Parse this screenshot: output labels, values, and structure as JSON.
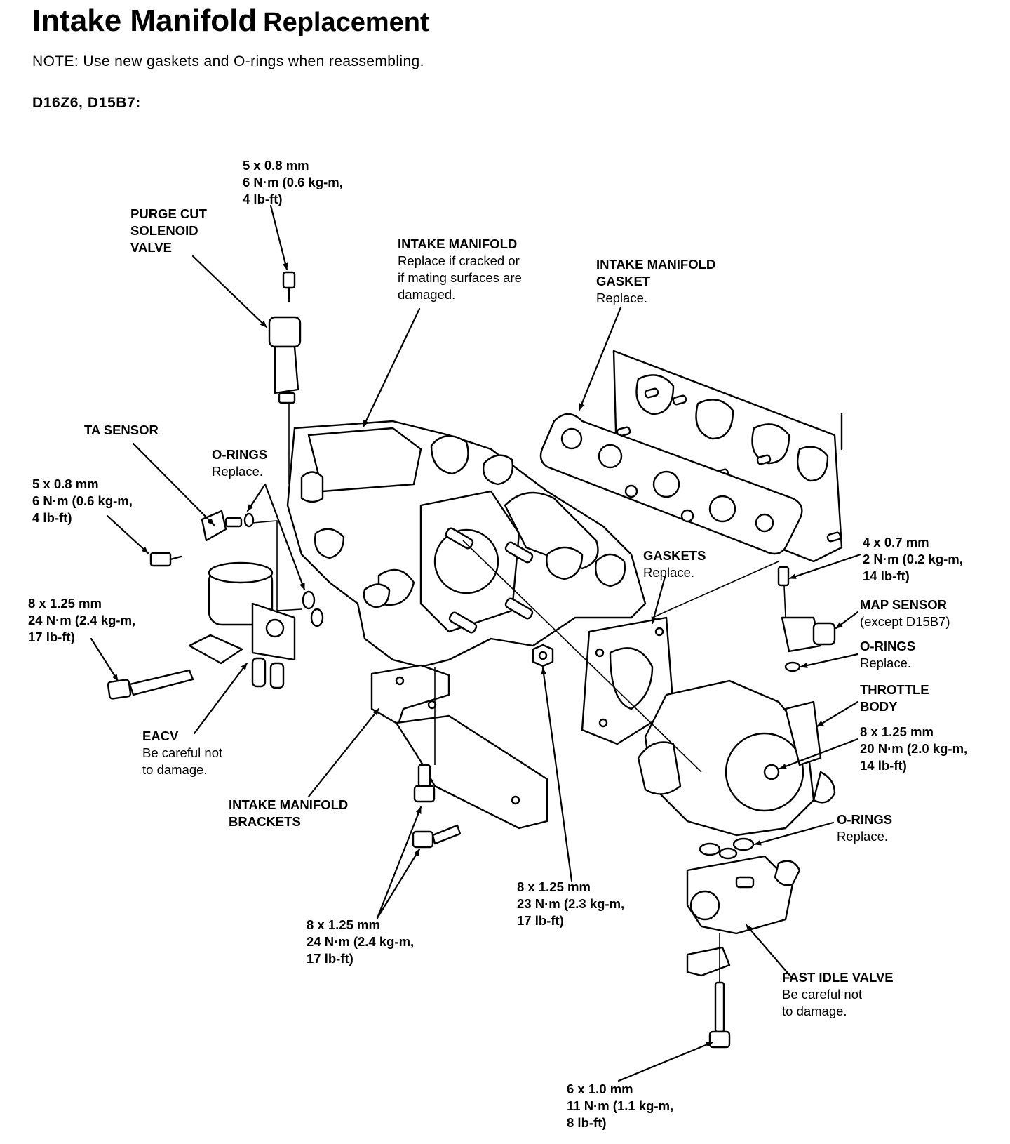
{
  "header": {
    "title_bold": "Intake Manifold",
    "title_rest": "Replacement",
    "note": "NOTE:  Use new gaskets and O-rings when reassembling.",
    "engines": "D16Z6, D15B7:"
  },
  "callouts": {
    "purge_bolt": [
      "5 x 0.8 mm",
      "6 N·m (0.6 kg-m,",
      "4 lb-ft)"
    ],
    "purge_valve": [
      "PURGE CUT",
      "SOLENOID",
      "VALVE"
    ],
    "intake_manifold": {
      "title": "INTAKE MANIFOLD",
      "notes": [
        "Replace if cracked or",
        "if mating surfaces are",
        "damaged."
      ]
    },
    "manifold_gasket": {
      "title": [
        "INTAKE MANIFOLD",
        "GASKET"
      ],
      "note": "Replace."
    },
    "ta_sensor": "TA SENSOR",
    "orings_left": {
      "title": "O-RINGS",
      "note": "Replace."
    },
    "ta_bolt": [
      "5 x 0.8 mm",
      "6 N·m (0.6 kg-m,",
      "4 lb-ft)"
    ],
    "eacv_bolt": [
      "8 x 1.25 mm",
      "24 N·m (2.4 kg-m,",
      "17 lb-ft)"
    ],
    "eacv": {
      "title": "EACV",
      "notes": [
        "Be careful not",
        "to damage."
      ]
    },
    "brackets": [
      "INTAKE MANIFOLD",
      "BRACKETS"
    ],
    "bracket_bolts": [
      "8 x 1.25 mm",
      "24 N·m (2.4 kg-m,",
      "17 lb-ft)"
    ],
    "nut": [
      "8 x 1.25 mm",
      "23 N·m (2.3 kg-m,",
      "17 lb-ft)"
    ],
    "gaskets": {
      "title": "GASKETS",
      "note": "Replace."
    },
    "map_bolt": [
      "4 x 0.7 mm",
      "2 N·m (0.2 kg-m,",
      "14 lb-ft)"
    ],
    "map_sensor": {
      "title": "MAP SENSOR",
      "note": "(except D15B7)"
    },
    "orings_map": {
      "title": "O-RINGS",
      "note": "Replace."
    },
    "throttle_body": [
      "THROTTLE",
      "BODY"
    ],
    "throttle_bolt": [
      "8 x 1.25 mm",
      "20 N·m (2.0 kg-m,",
      "14 lb-ft)"
    ],
    "orings_fiv": {
      "title": "O-RINGS",
      "note": "Replace."
    },
    "fast_idle_valve": {
      "title": "FAST IDLE VALVE",
      "notes": [
        "Be careful not",
        "to damage."
      ]
    },
    "fiv_bolt": [
      "6 x 1.0 mm",
      "11 N·m (1.1 kg-m,",
      "8 lb-ft)"
    ]
  }
}
